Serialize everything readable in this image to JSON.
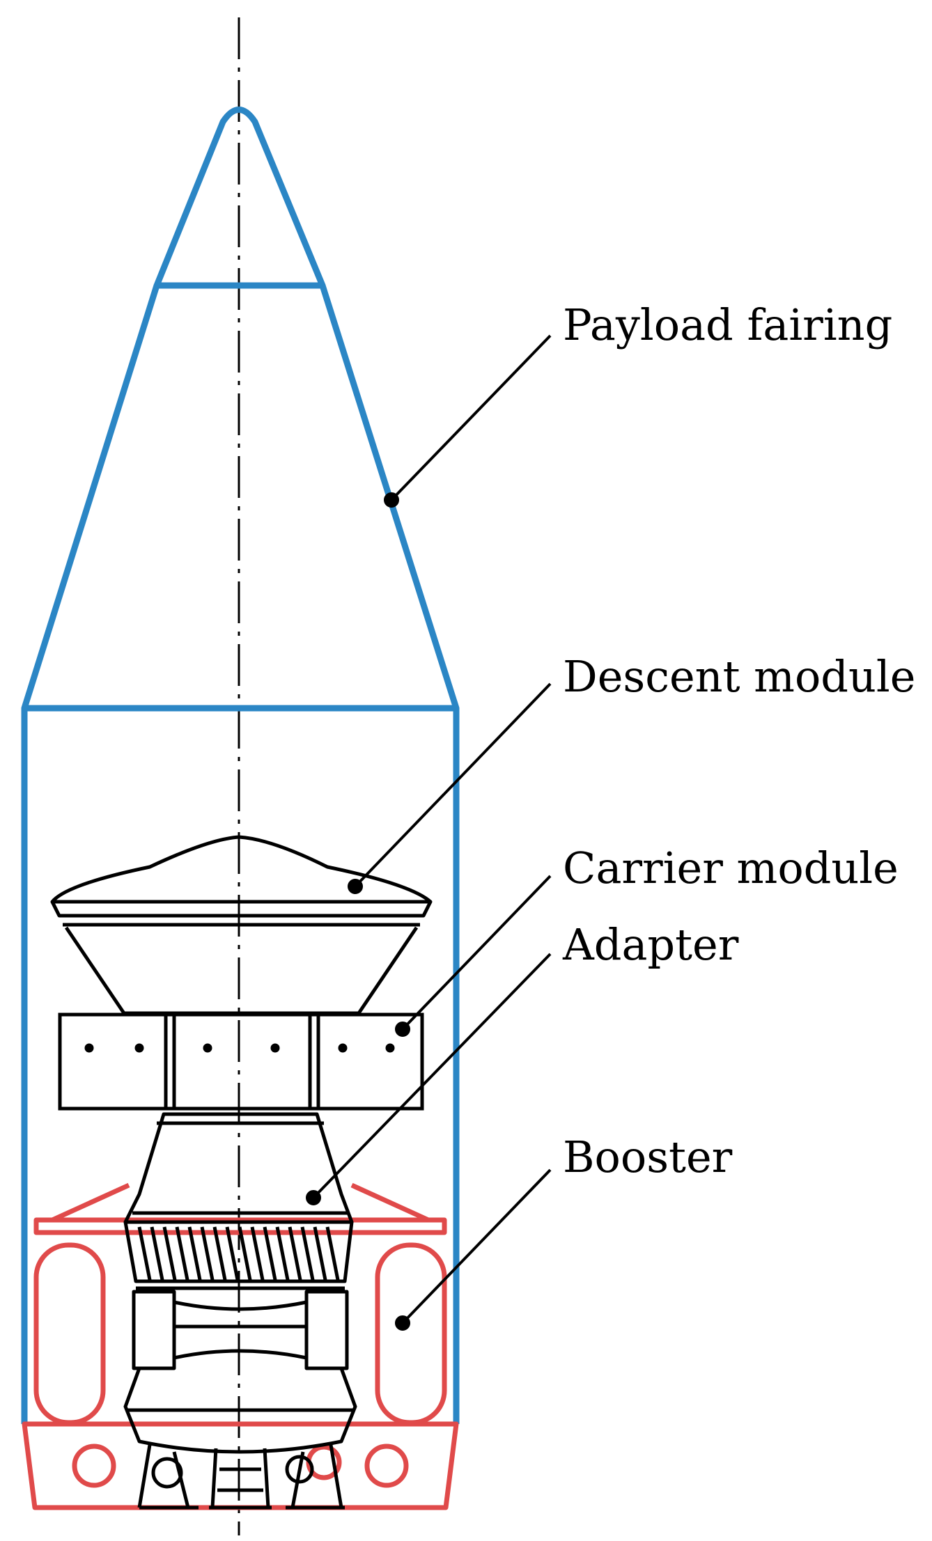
{
  "colors": {
    "fairing": "#2B86C5",
    "booster": "#E04A4A",
    "ink": "#000000"
  },
  "labels": {
    "payload_fairing": "Payload fairing",
    "descent_module": "Descent module",
    "carrier_module": "Carrier module",
    "adapter": "Adapter",
    "booster": "Booster"
  }
}
